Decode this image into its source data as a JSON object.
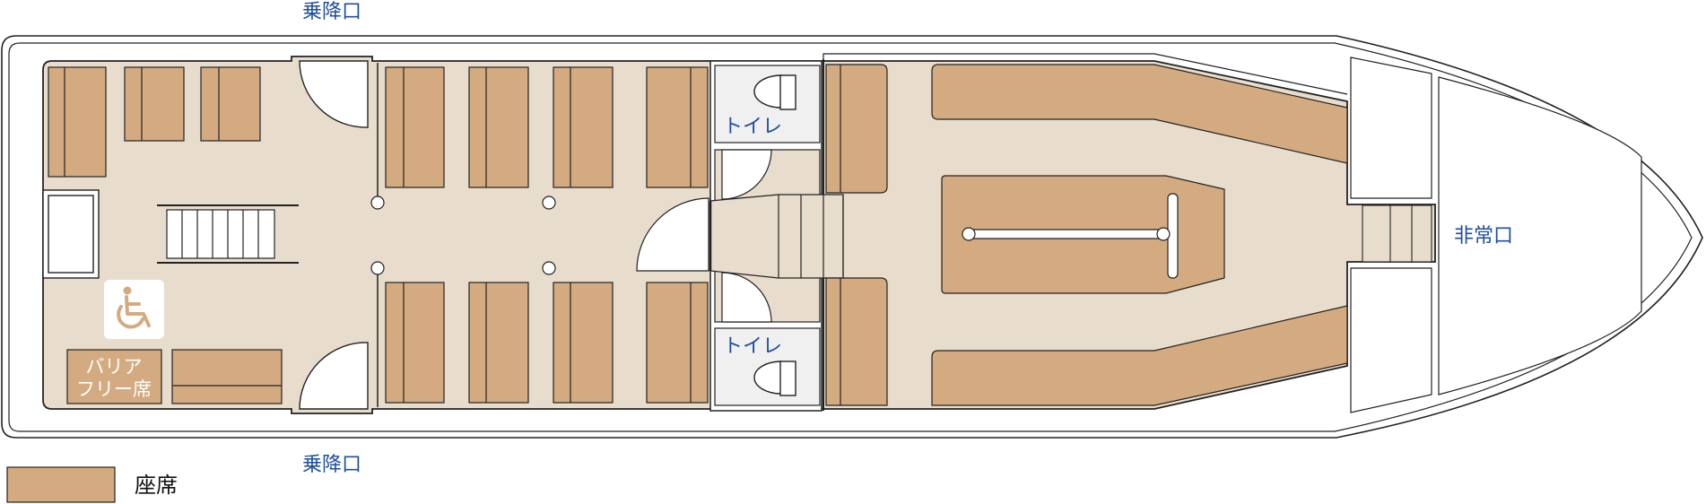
{
  "labels": {
    "door_top": "乗降口",
    "door_bottom": "乗降口",
    "emergency_exit": "非常口",
    "toilet_upper": "トイレ",
    "toilet_lower": "トイレ",
    "barrier_free_line1": "バリア",
    "barrier_free_line2": "フリー席",
    "legend_seat": "座席"
  },
  "icons": [
    "wheelchair-icon",
    "toilet-icon",
    "door-icon",
    "stairs-icon",
    "pillar-icon"
  ],
  "colors": {
    "seat": "#d4ab80",
    "deck": "#e8ddcc",
    "outline": "#222222",
    "label": "#1f4fa0",
    "toilet_floor": "#f0f0f0"
  }
}
